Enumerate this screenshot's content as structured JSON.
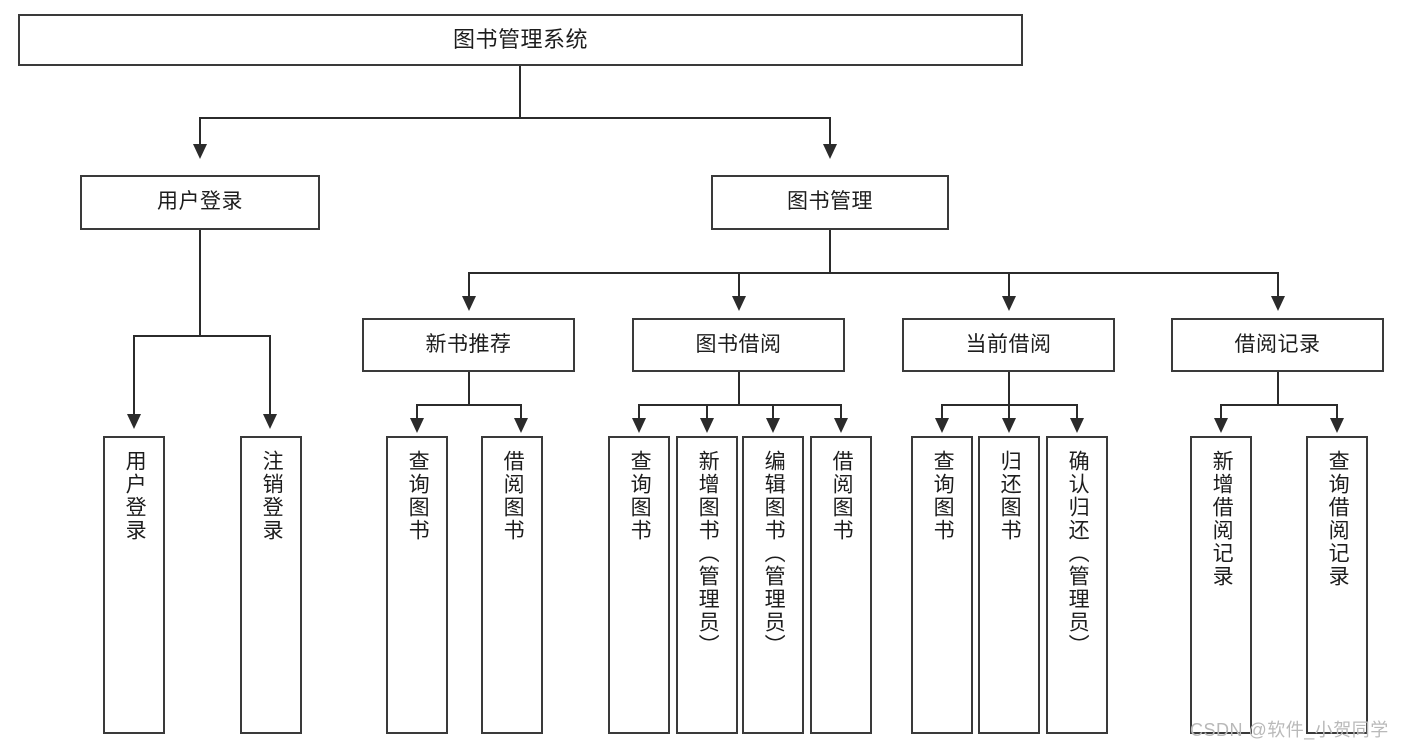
{
  "diagram": {
    "type": "tree",
    "title_node": "图书管理系统",
    "watermark": "CSDN @软件_小贺同学",
    "colors": {
      "background": "#ffffff",
      "box_border": "#3a3a3a",
      "connector": "#2b2b2b",
      "text": "#1d1d1d",
      "watermark": "#b9b9b9"
    },
    "nodes": {
      "root": {
        "label": "图书管理系统"
      },
      "level2": [
        {
          "id": "user-login",
          "label": "用户登录"
        },
        {
          "id": "book-manage",
          "label": "图书管理"
        }
      ],
      "level3": [
        {
          "id": "new-book-recommend",
          "label": "新书推荐"
        },
        {
          "id": "book-borrow",
          "label": "图书借阅"
        },
        {
          "id": "current-borrow",
          "label": "当前借阅"
        },
        {
          "id": "borrow-record",
          "label": "借阅记录"
        }
      ],
      "leaves": [
        {
          "id": "leaf-user-login",
          "label": "用户登录",
          "parent": "user-login"
        },
        {
          "id": "leaf-user-logout",
          "label": "注销登录",
          "parent": "user-login"
        },
        {
          "id": "leaf-query-book-1",
          "label": "查询图书",
          "parent": "new-book-recommend"
        },
        {
          "id": "leaf-borrow-book-1",
          "label": "借阅图书",
          "parent": "new-book-recommend"
        },
        {
          "id": "leaf-query-book-2",
          "label": "查询图书",
          "parent": "book-borrow"
        },
        {
          "id": "leaf-add-book",
          "label": "新增图书（管理员）",
          "parent": "book-borrow"
        },
        {
          "id": "leaf-edit-book",
          "label": "编辑图书（管理员）",
          "parent": "book-borrow"
        },
        {
          "id": "leaf-borrow-book-2",
          "label": "借阅图书",
          "parent": "book-borrow"
        },
        {
          "id": "leaf-query-book-3",
          "label": "查询图书",
          "parent": "current-borrow"
        },
        {
          "id": "leaf-return-book",
          "label": "归还图书",
          "parent": "current-borrow"
        },
        {
          "id": "leaf-confirm-return",
          "label": "确认归还（管理员）",
          "parent": "current-borrow"
        },
        {
          "id": "leaf-add-record",
          "label": "新增借阅记录",
          "parent": "borrow-record"
        },
        {
          "id": "leaf-query-record",
          "label": "查询借阅记录",
          "parent": "borrow-record"
        }
      ]
    }
  }
}
